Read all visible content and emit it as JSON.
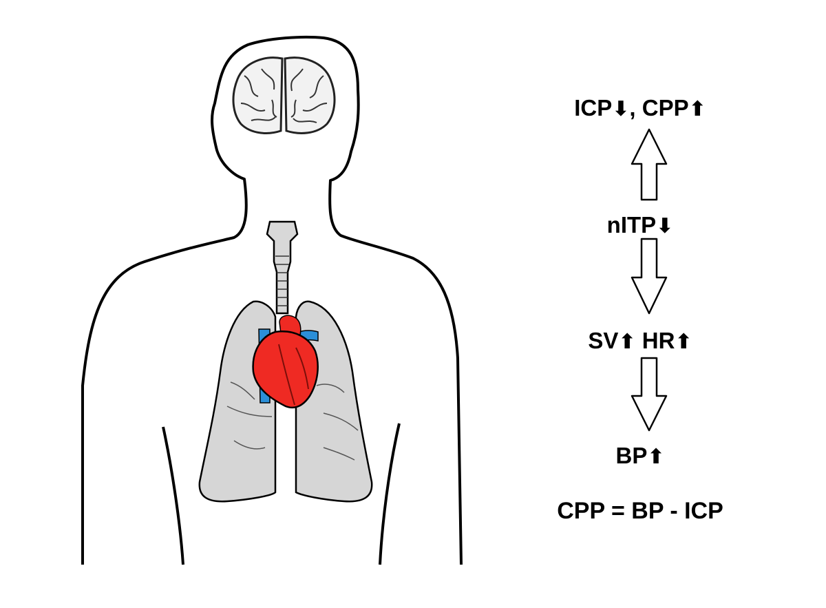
{
  "nodes": {
    "top": {
      "text_a": "ICP",
      "arrow_a": "down-arrow",
      "text_b": ", CPP",
      "arrow_b": "up-arrow"
    },
    "middle": {
      "text_a": "nITP",
      "arrow_a": "down-arrow"
    },
    "cardiac": {
      "text_a": "SV",
      "arrow_a": "up-arrow",
      "text_b": " HR",
      "arrow_b": "up-arrow"
    },
    "pressure": {
      "text_a": "BP",
      "arrow_a": "up-arrow"
    }
  },
  "formula": "CPP = BP - ICP",
  "glyphs": {
    "up": "⬆",
    "down": "⬇"
  },
  "colors": {
    "heart": "#ef2a23",
    "vessels": "#2b8fd8",
    "lungs": "#d6d6d6",
    "outline": "#000000"
  }
}
